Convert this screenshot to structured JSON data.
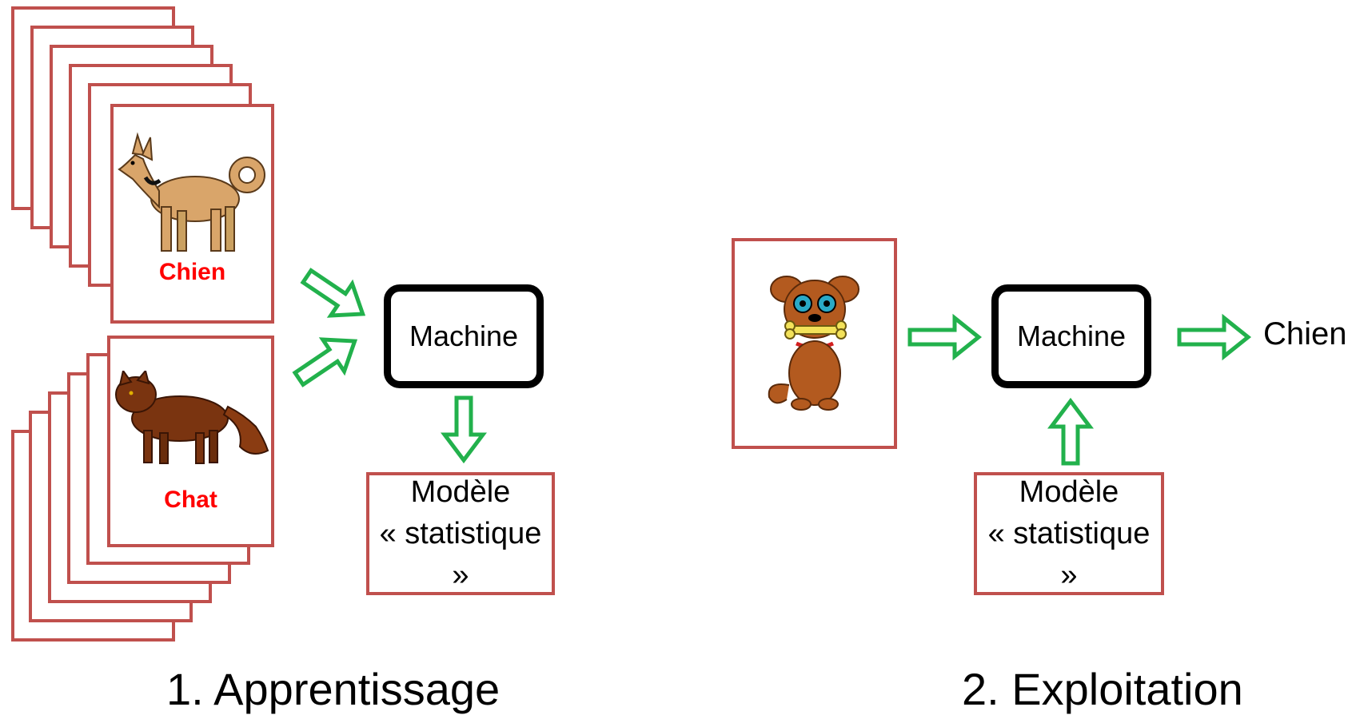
{
  "training": {
    "dog_card_label": "Chien",
    "cat_card_label": "Chat",
    "machine_label": "Machine",
    "model_line1": "Modèle",
    "model_line2": "« statistique »",
    "caption": "1. Apprentissage"
  },
  "exploitation": {
    "machine_label": "Machine",
    "model_line1": "Modèle",
    "model_line2": "« statistique »",
    "output": "Chien",
    "caption": "2. Exploitation"
  },
  "colors": {
    "card_border": "#c0504d",
    "arrow": "#22b14c",
    "label_red": "#ff0000"
  }
}
